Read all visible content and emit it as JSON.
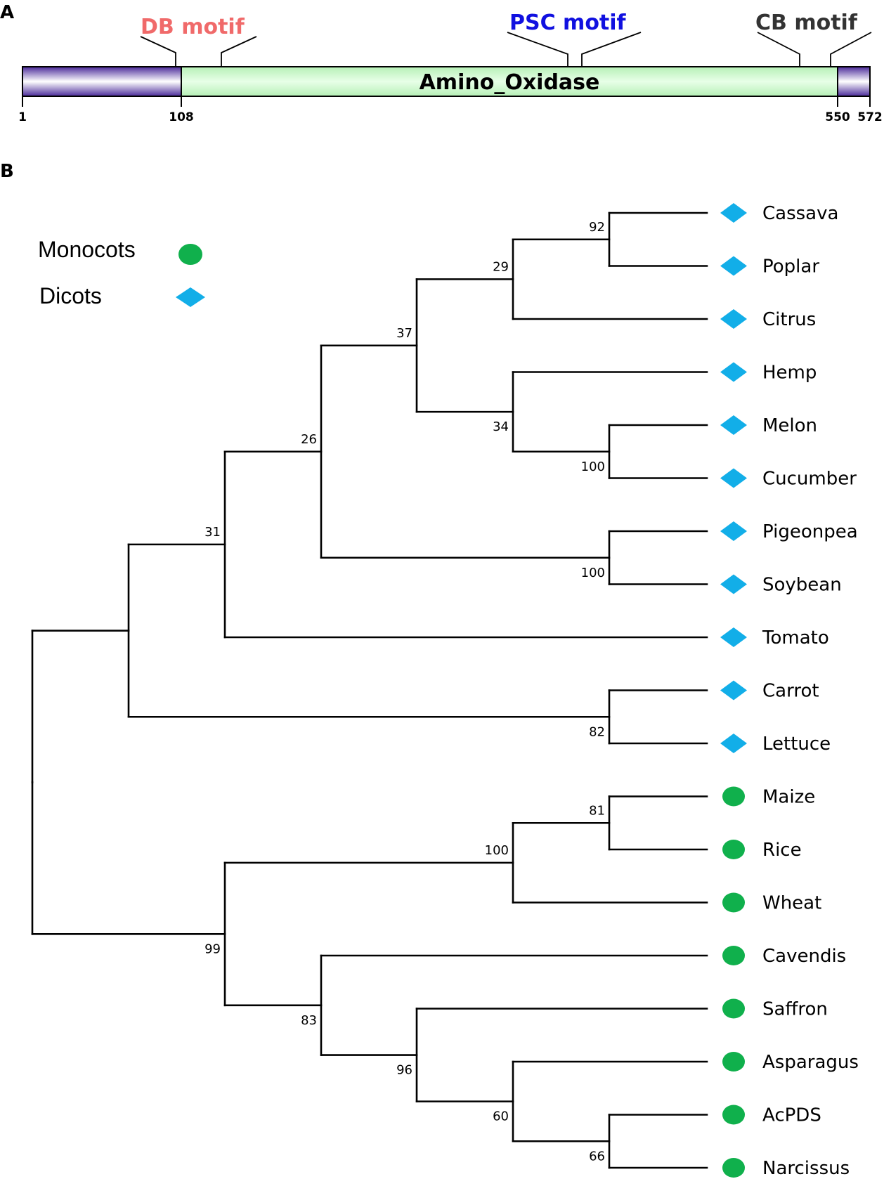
{
  "panels": {
    "a": "A",
    "b": "B"
  },
  "colors": {
    "end_segment": "#6e49c0",
    "domain_fill": "#c9fac9",
    "db_motif": "#f06a6a",
    "psc_motif": "#1010e0",
    "cb_motif": "#333333",
    "dicot": "#12aee8",
    "monocot": "#10b04c",
    "line": "#000000"
  },
  "protein": {
    "domain_label": "Amino_Oxidase",
    "positions": [
      {
        "value": 1,
        "label": "1"
      },
      {
        "value": 108,
        "label": "108"
      },
      {
        "value": 550,
        "label": "550"
      },
      {
        "value": 572,
        "label": "572"
      }
    ],
    "motifs": [
      {
        "label": "DB motif",
        "color": "#f06a6a"
      },
      {
        "label": "PSC motif",
        "color": "#1010e0"
      },
      {
        "label": "CB motif",
        "color": "#333333"
      }
    ]
  },
  "legend": [
    {
      "label": "Monocots",
      "shape": "circle",
      "color": "#10b04c"
    },
    {
      "label": "Dicots",
      "shape": "diamond",
      "color": "#12aee8"
    }
  ],
  "tree": {
    "leaves": [
      {
        "name": "Cassava",
        "group": "dicot"
      },
      {
        "name": "Poplar",
        "group": "dicot"
      },
      {
        "name": "Citrus",
        "group": "dicot"
      },
      {
        "name": "Hemp",
        "group": "dicot"
      },
      {
        "name": "Melon",
        "group": "dicot"
      },
      {
        "name": "Cucumber",
        "group": "dicot"
      },
      {
        "name": "Pigeonpea",
        "group": "dicot"
      },
      {
        "name": "Soybean",
        "group": "dicot"
      },
      {
        "name": "Tomato",
        "group": "dicot"
      },
      {
        "name": "Carrot",
        "group": "dicot"
      },
      {
        "name": "Lettuce",
        "group": "dicot"
      },
      {
        "name": "Maize",
        "group": "monocot"
      },
      {
        "name": "Rice",
        "group": "monocot"
      },
      {
        "name": "Wheat",
        "group": "monocot"
      },
      {
        "name": "Cavendis",
        "group": "monocot"
      },
      {
        "name": "Saffron",
        "group": "monocot"
      },
      {
        "name": "Asparagus",
        "group": "monocot"
      },
      {
        "name": "AcPDS",
        "group": "monocot"
      },
      {
        "name": "Narcissus",
        "group": "monocot"
      }
    ],
    "bootstrap": [
      "92",
      "29",
      "37",
      "34",
      "100",
      "100",
      "26",
      "31",
      "82",
      "81",
      "100",
      "99",
      "83",
      "96",
      "60",
      "66"
    ]
  }
}
